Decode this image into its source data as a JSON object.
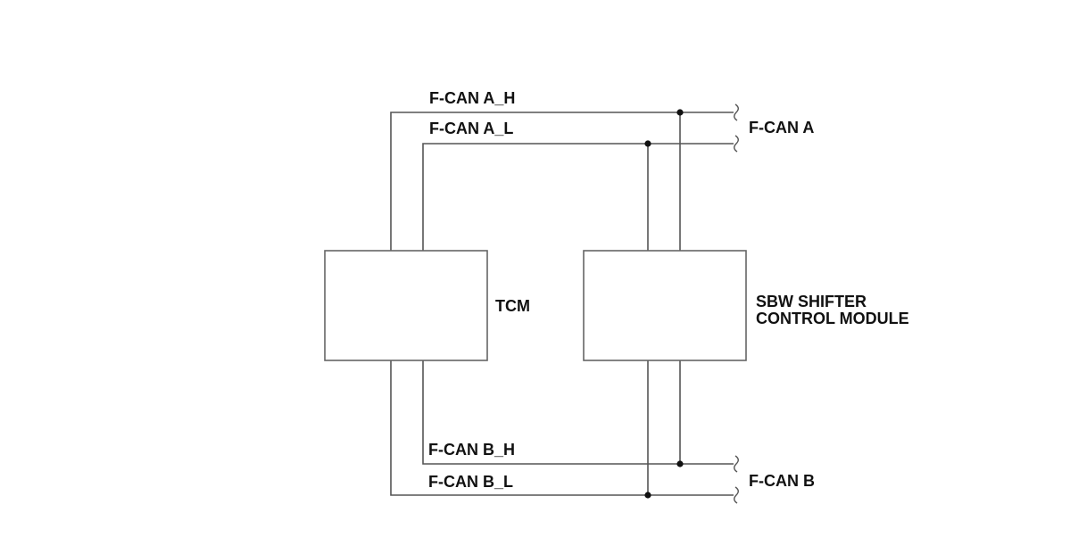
{
  "labels": {
    "fcan_a_h": "F-CAN A_H",
    "fcan_a_l": "F-CAN A_L",
    "fcan_a": "F-CAN A",
    "tcm": "TCM",
    "sbw_line1": "SBW SHIFTER",
    "sbw_line2": "CONTROL MODULE",
    "fcan_b_h": "F-CAN B_H",
    "fcan_b_l": "F-CAN B_L",
    "fcan_b": "F-CAN B"
  },
  "colors": {
    "wire": "#555555",
    "node": "#111111",
    "text": "#111111"
  }
}
